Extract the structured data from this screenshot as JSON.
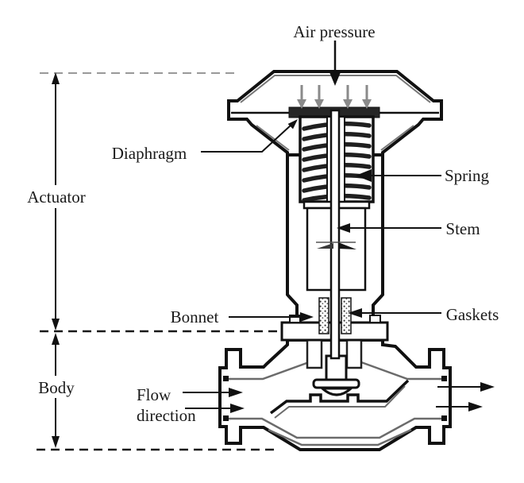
{
  "diagram": {
    "type": "pneumatic-control-valve-cross-section",
    "labels": {
      "air_pressure": "Air pressure",
      "diaphragm": "Diaphragm",
      "actuator": "Actuator",
      "spring": "Spring",
      "stem": "Stem",
      "bonnet": "Bonnet",
      "gaskets": "Gaskets",
      "body": "Body",
      "flow_line1": "Flow",
      "flow_line2": "direction"
    },
    "colors": {
      "line": "#111111",
      "inner_shadow": "#6b6b6b",
      "dashed_reference_top": "#999999",
      "dashed_reference": "#181818",
      "air_arrows": "#8a8a8a",
      "background": "#ffffff",
      "text": "#1a1a1a"
    }
  }
}
